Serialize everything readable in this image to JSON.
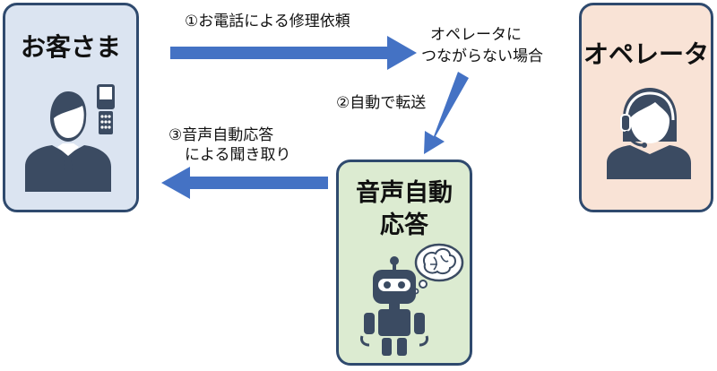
{
  "nodes": {
    "customer": {
      "title": "お客さま",
      "icon": "businessman-with-phone-icon"
    },
    "operator": {
      "title": "オペレータ",
      "icon": "operator-headset-icon"
    },
    "ivr": {
      "title_line1": "音声自動",
      "title_line2": "応答",
      "icon": "robot-with-brain-icon"
    }
  },
  "labels": {
    "step1": "①お電話による修理依頼",
    "unavailable_line1": "オペレータに",
    "unavailable_line2": "つながらない場合",
    "step2": "②自動で転送",
    "step3_line1": "③音声自動応答",
    "step3_line2": "による聞き取り"
  },
  "colors": {
    "arrow": "#4472c4",
    "icon": "#3b4b62",
    "border": "#2f4a6e",
    "customer_fill": "#dbe4f1",
    "operator_fill": "#f9e3d6",
    "ivr_fill": "#dcebd1"
  }
}
